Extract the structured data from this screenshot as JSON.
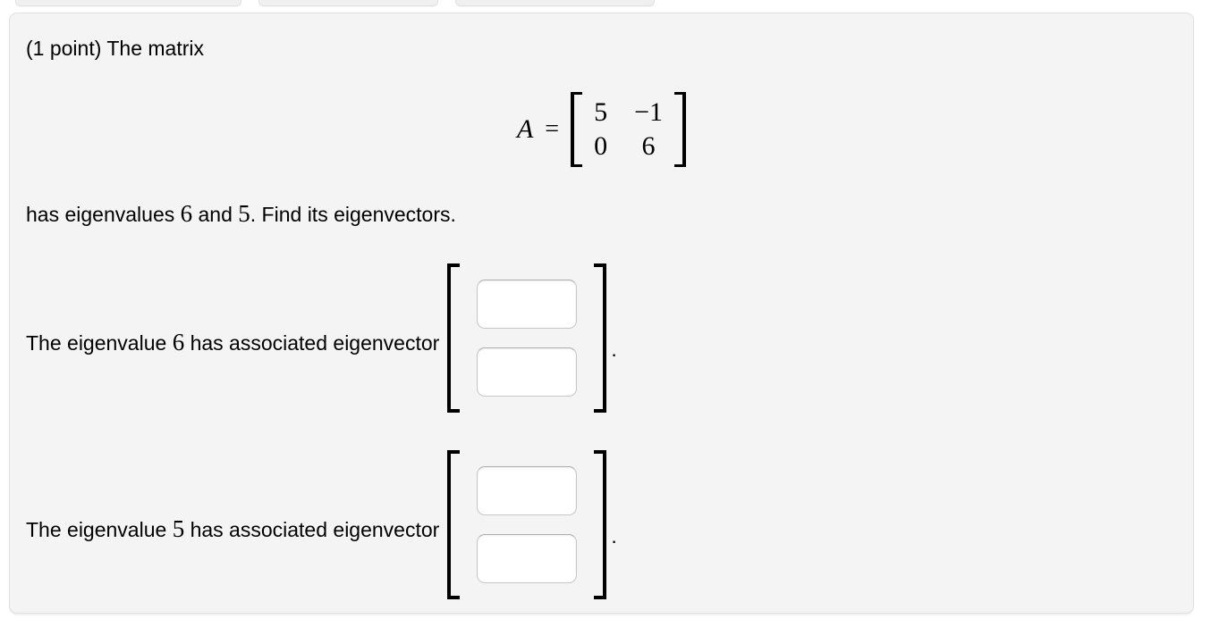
{
  "appearance": {
    "page_background": "#ffffff",
    "panel_background": "#f4f4f5",
    "panel_border": "#e0e0e1",
    "input_border": "#c7c7c8",
    "text_color": "#000000"
  },
  "panel": {
    "intro": "(1 point) The matrix",
    "matrix": {
      "symbol": "A",
      "equals": "=",
      "rows": [
        [
          "5",
          "−1"
        ],
        [
          "0",
          "6"
        ]
      ]
    },
    "eigenline": {
      "before": "has eigenvalues ",
      "first": "6",
      "between": " and ",
      "second": "5",
      "after": ". Find its eigenvectors."
    },
    "parts": [
      {
        "before": "The eigenvalue ",
        "value": "6",
        "after": " has associated eigenvector",
        "period": ".",
        "entries": [
          "",
          ""
        ]
      },
      {
        "before": "The eigenvalue ",
        "value": "5",
        "after": " has associated eigenvector",
        "period": ".",
        "entries": [
          "",
          ""
        ]
      }
    ]
  }
}
